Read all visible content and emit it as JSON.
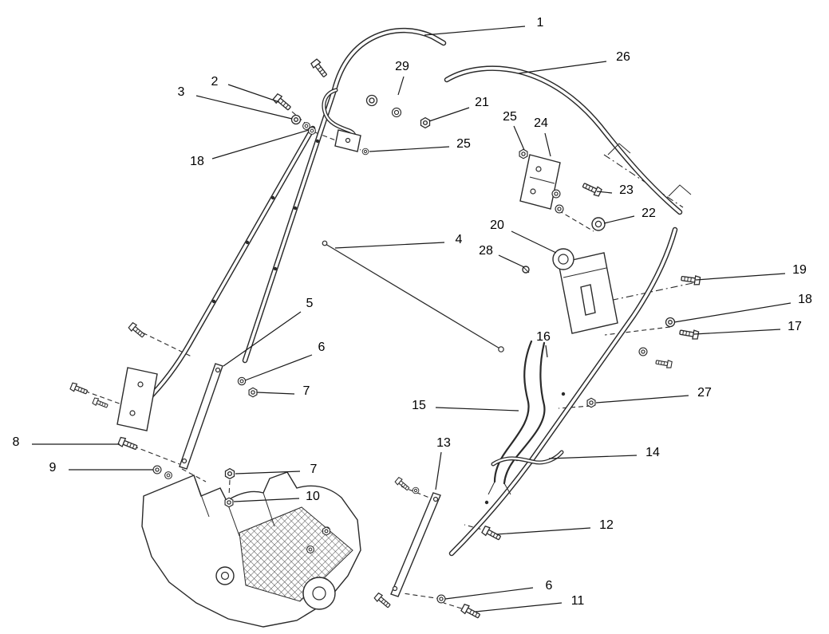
{
  "colors": {
    "line": "#2a2a2a",
    "background": "#ffffff"
  },
  "callouts": [
    {
      "label": "1"
    },
    {
      "label": "26"
    },
    {
      "label": "29"
    },
    {
      "label": "2"
    },
    {
      "label": "3"
    },
    {
      "label": "21"
    },
    {
      "label": "25"
    },
    {
      "label": "24"
    },
    {
      "label": "18"
    },
    {
      "label": "25"
    },
    {
      "label": "23"
    },
    {
      "label": "22"
    },
    {
      "label": "20"
    },
    {
      "label": "4"
    },
    {
      "label": "28"
    },
    {
      "label": "19"
    },
    {
      "label": "18"
    },
    {
      "label": "17"
    },
    {
      "label": "5"
    },
    {
      "label": "6"
    },
    {
      "label": "7"
    },
    {
      "label": "16"
    },
    {
      "label": "15"
    },
    {
      "label": "27"
    },
    {
      "label": "8"
    },
    {
      "label": "9"
    },
    {
      "label": "7"
    },
    {
      "label": "10"
    },
    {
      "label": "13"
    },
    {
      "label": "14"
    },
    {
      "label": "12"
    },
    {
      "label": "6"
    },
    {
      "label": "11"
    }
  ]
}
